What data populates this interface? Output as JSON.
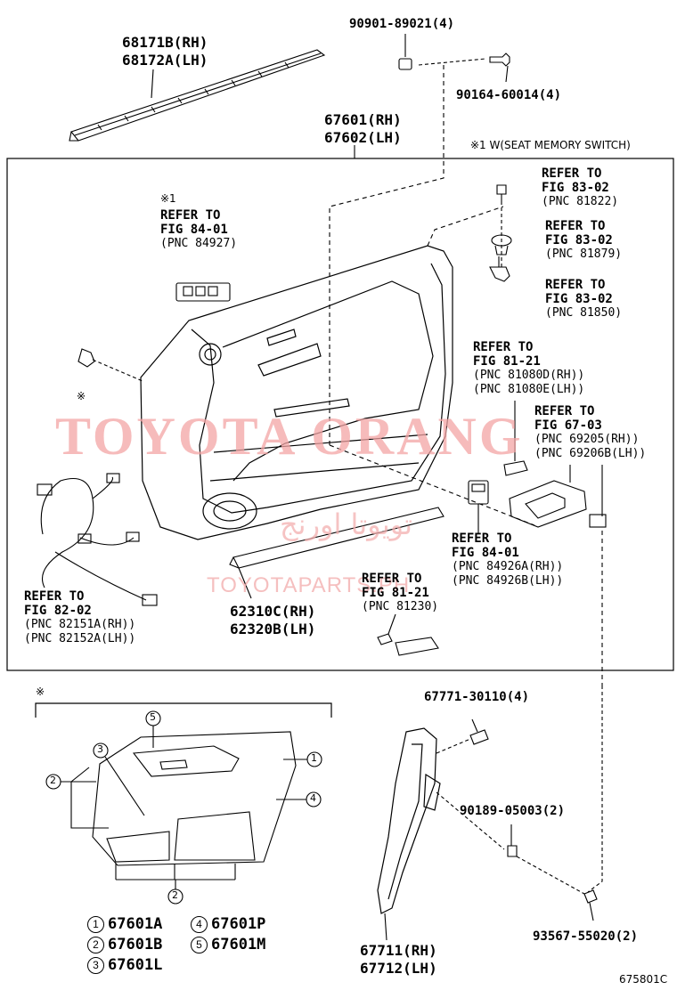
{
  "parts": {
    "moulding_rh": "68171B(RH)",
    "moulding_lh": "68172A(LH)",
    "clip_top": "90901-89021(4)",
    "screw_top": "90164-60014(4)",
    "board_rh": "67601(RH)",
    "board_lh": "67602(LH)",
    "lower_rh": "62310C(RH)",
    "lower_lh": "62320B(LH)",
    "clip_right": "67771-30110(4)",
    "clip_mid": "90189-05003(2)",
    "screw_bottom": "93567-55020(2)",
    "pillar_rh": "67711(RH)",
    "pillar_lh": "67712(LH)"
  },
  "note_seat_memory": "※1 W(SEAT MEMORY SWITCH)",
  "mark_1": "※1",
  "mark": "※",
  "mark_bottom": "※",
  "refs": {
    "r84927": {
      "l1": "REFER TO",
      "l2": "FIG 84-01",
      "l3": "(PNC 84927)"
    },
    "r81822": {
      "l1": "REFER TO",
      "l2": "FIG 83-02",
      "l3": "(PNC 81822)"
    },
    "r81879": {
      "l1": "REFER TO",
      "l2": "FIG 83-02",
      "l3": "(PNC 81879)"
    },
    "r81850": {
      "l1": "REFER TO",
      "l2": "FIG 83-02",
      "l3": "(PNC 81850)"
    },
    "r81080": {
      "l1": "REFER TO",
      "l2": "FIG 81-21",
      "l3": "(PNC 81080D(RH))",
      "l4": "(PNC 81080E(LH))"
    },
    "r69205": {
      "l1": "REFER TO",
      "l2": "FIG 67-03",
      "l3": "(PNC 69205(RH))",
      "l4": "(PNC 69206B(LH))"
    },
    "r84926": {
      "l1": "REFER TO",
      "l2": "FIG 84-01",
      "l3": "(PNC 84926A(RH))",
      "l4": "(PNC 84926B(LH))"
    },
    "r81230": {
      "l1": "REFER TO",
      "l2": "FIG 81-21",
      "l3": "(PNC 81230)"
    },
    "r82151": {
      "l1": "REFER TO",
      "l2": "FIG 82-02",
      "l3": "(PNC 82151A(RH))",
      "l4": "(PNC 82152A(LH))"
    }
  },
  "callouts": {
    "c1": "1",
    "c2": "2",
    "c2b": "2",
    "c3": "3",
    "c4": "4",
    "c5": "5"
  },
  "legend": [
    {
      "num": "1",
      "part": "67601A"
    },
    {
      "num": "4",
      "part": "67601P"
    },
    {
      "num": "2",
      "part": "67601B"
    },
    {
      "num": "5",
      "part": "67601M"
    },
    {
      "num": "3",
      "part": "67601L"
    }
  ],
  "watermark": {
    "main": "TOYOTA ORANG",
    "sub": "TOYOTAPARTS.PH",
    "arabic": "تويوتا اورنج"
  },
  "figure_code": "675801C"
}
